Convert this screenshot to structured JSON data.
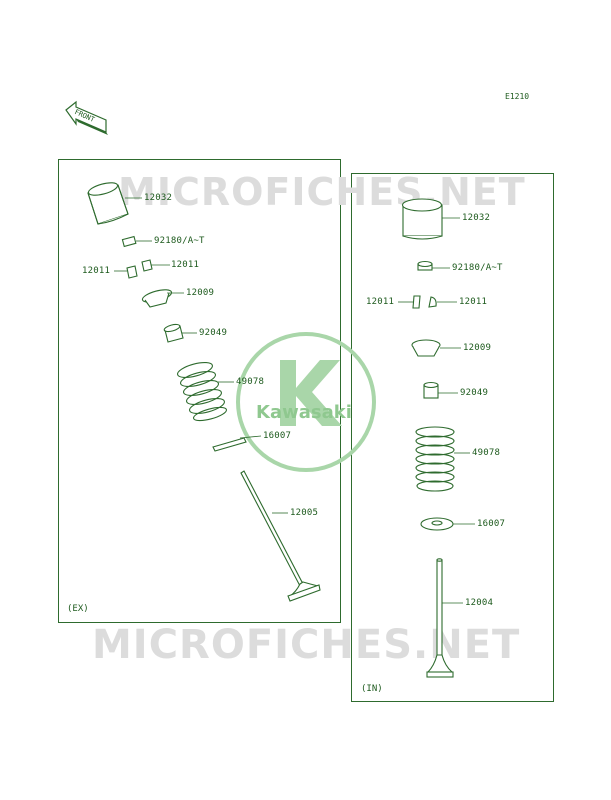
{
  "diagram_code": "E1210",
  "front_label": "FRONT",
  "watermark": "MICROFICHES.NET",
  "logo_text": "Kawasaki",
  "exhaust": {
    "section_label": "(EX)",
    "labels": {
      "tappet": "12032",
      "shim": "92180/A~T",
      "cotter_left": "12011",
      "cotter_right": "12011",
      "retainer": "12009",
      "seal": "92049",
      "spring": "49078",
      "seat": "16007",
      "valve": "12005"
    }
  },
  "intake": {
    "section_label": "(IN)",
    "labels": {
      "tappet": "12032",
      "shim": "92180/A~T",
      "cotter_left": "12011",
      "cotter_right": "12011",
      "retainer": "12009",
      "seal": "92049",
      "spring": "49078",
      "seat": "16007",
      "valve": "12004"
    }
  },
  "colors": {
    "line": "#2e6b2e",
    "logo": "#8fc88f",
    "watermark": "#dcdcdc"
  }
}
